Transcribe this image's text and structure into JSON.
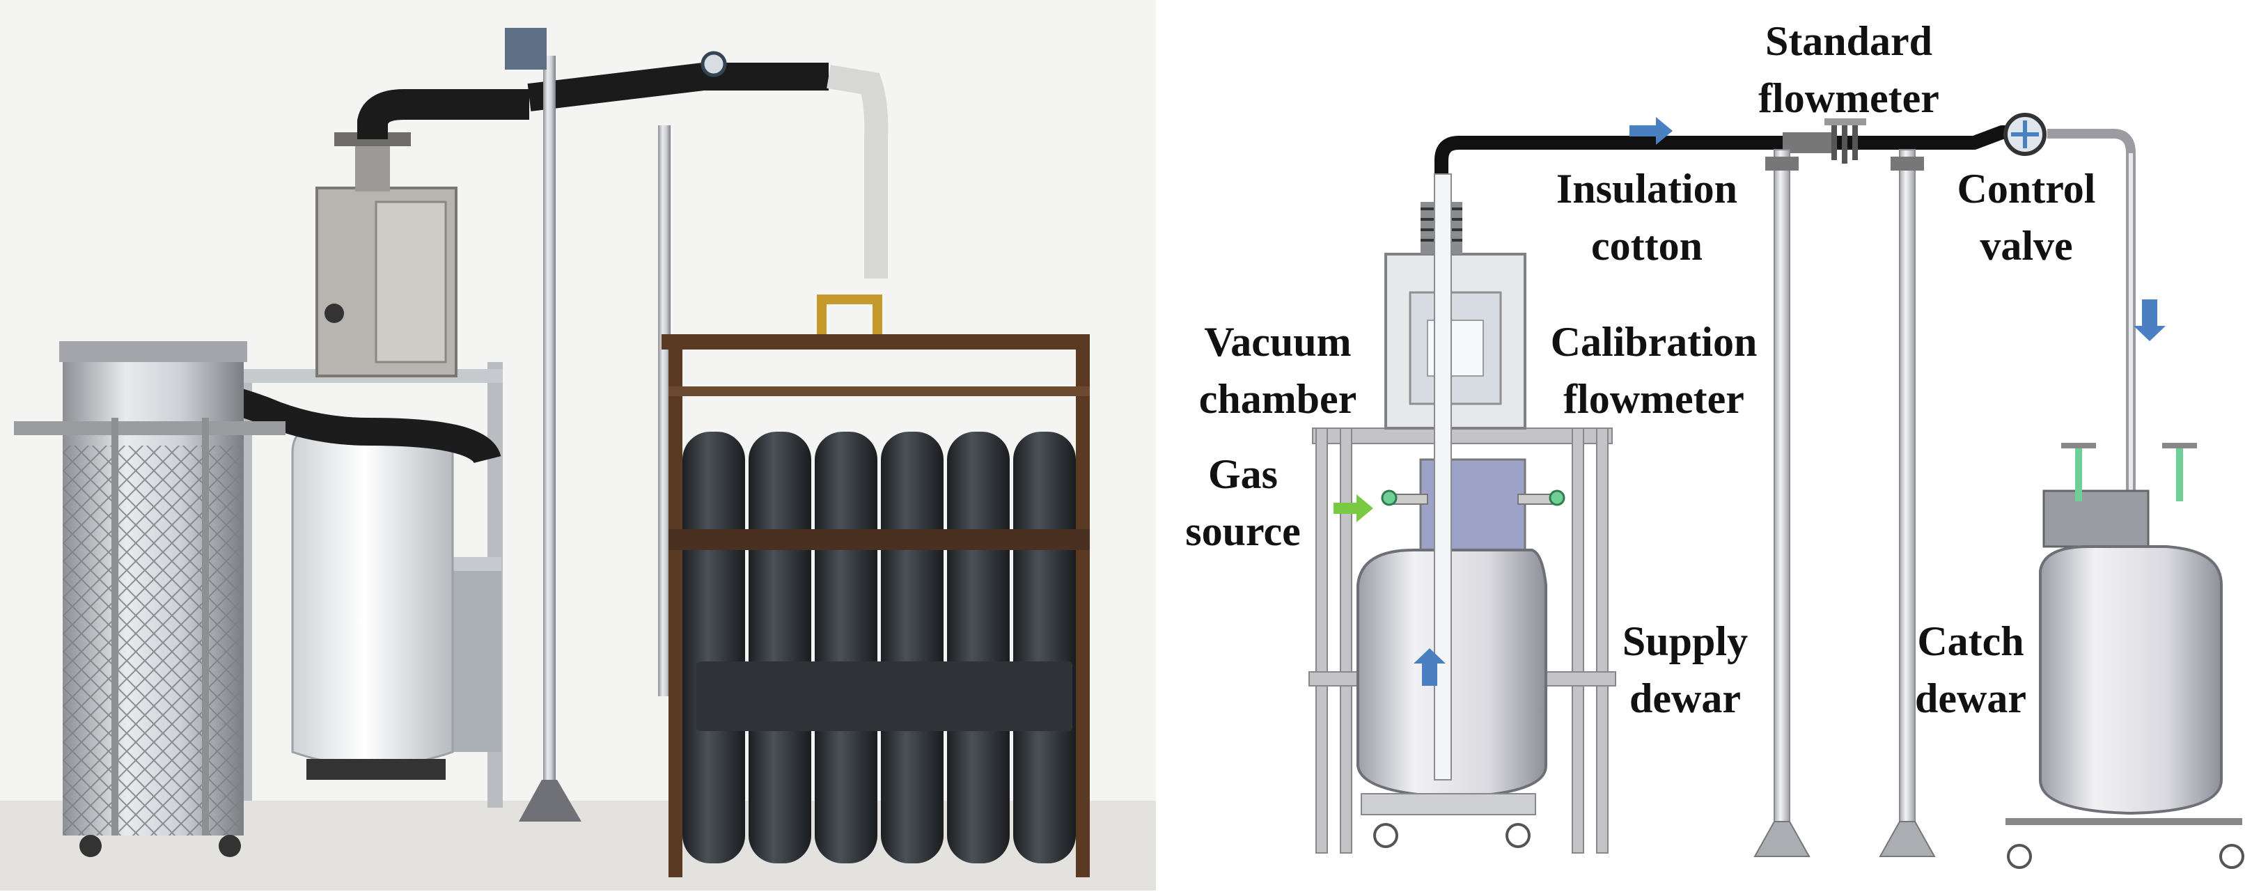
{
  "figure": {
    "labels": {
      "standard_flowmeter": [
        "Standard",
        "flowmeter"
      ],
      "insulation_cotton": [
        "Insulation",
        "cotton"
      ],
      "control_valve": [
        "Control",
        "valve"
      ],
      "vacuum_chamber": [
        "Vacuum",
        "chamber"
      ],
      "calibration_flowmeter": [
        "Calibration",
        "flowmeter"
      ],
      "gas_source": [
        "Gas",
        "source"
      ],
      "supply_dewar": [
        "Supply",
        "dewar"
      ],
      "catch_dewar": [
        "Catch",
        "dewar"
      ]
    },
    "colors": {
      "insulated_pipe": "#111111",
      "flow_arrow": "#4a7fc1",
      "gas_arrow": "#7ac943",
      "valve_green": "#6fcf97",
      "dewar_body": "#d8d8de",
      "frame": "#c4c4c8",
      "cylinder": "#2b2f33",
      "cage": "#5a3a22"
    }
  }
}
